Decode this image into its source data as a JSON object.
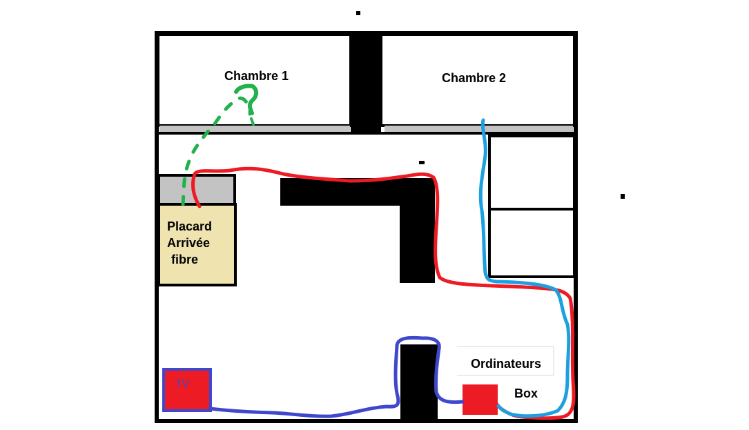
{
  "rooms": {
    "chambre1": "Chambre 1",
    "chambre2": "Chambre 2",
    "placard_line1": "Placard",
    "placard_line2": "Arrivée",
    "placard_line3": "fibre"
  },
  "devices": {
    "tv": "TV",
    "ordinateurs": "Ordinateurs",
    "box": "Box"
  },
  "annotations": {
    "question_mark": "?"
  },
  "colors": {
    "wall": "#000000",
    "door_strip": "#c3c3c3",
    "placard_fill": "#efe4b0",
    "red_cable": "#ed1c24",
    "blue_cable": "#1ea0e0",
    "dark_blue_cable": "#3f48cc",
    "green_path": "#22b14c",
    "box_fill": "#ed1c24",
    "tv_fill": "#ed1c24",
    "tv_border": "#3f48cc"
  }
}
